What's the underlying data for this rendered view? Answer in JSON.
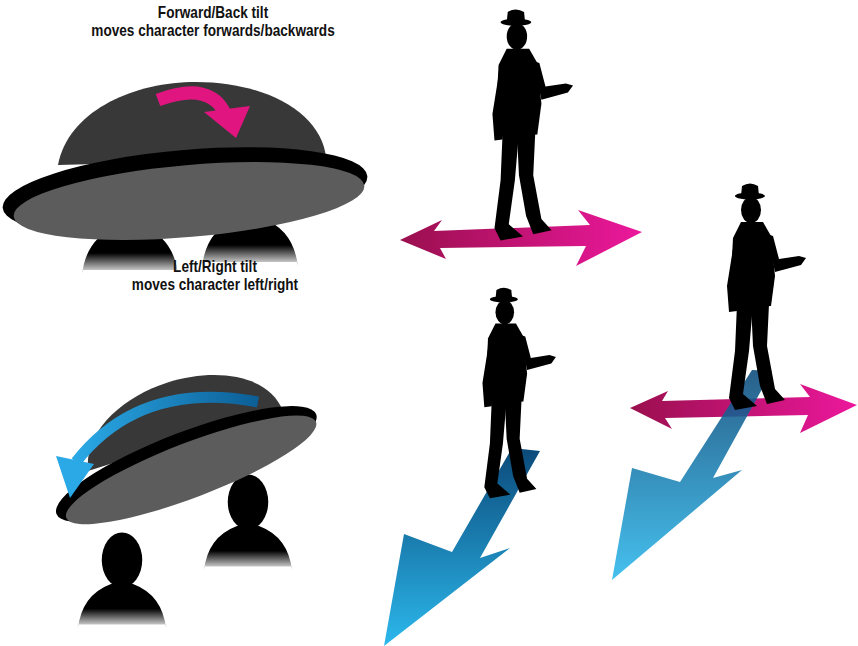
{
  "diagram": {
    "labels": [
      "Forward/Back tilt",
      "moves character forwards/backwards",
      "Left/Right tilt",
      "moves character left/right"
    ]
  }
}
